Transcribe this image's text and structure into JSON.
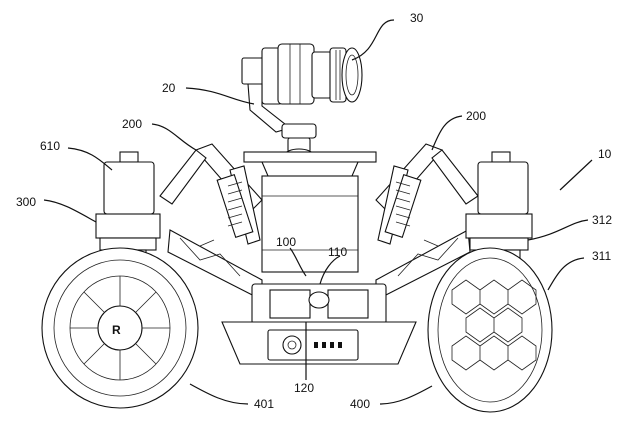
{
  "labels": {
    "l10": "10",
    "l20": "20",
    "l30": "30",
    "l100": "100",
    "l110": "110",
    "l120": "120",
    "l200_left": "200",
    "l200_right": "200",
    "l300": "300",
    "l311": "311",
    "l312": "312",
    "l400": "400",
    "l401": "401",
    "l610": "610"
  }
}
